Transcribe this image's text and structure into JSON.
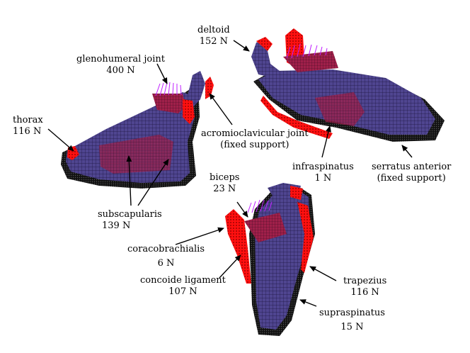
{
  "labels": {
    "deltoid": {
      "name": "deltoid",
      "force": "152 N"
    },
    "glenohumeral": {
      "name": "glenohumeral joint",
      "force": "400 N"
    },
    "thorax": {
      "name": "thorax",
      "force": "116 N"
    },
    "acromioclavicular": {
      "name": "acromioclavicular joint",
      "note": "(fixed support)"
    },
    "infraspinatus": {
      "name": "infraspinatus",
      "force": "1 N"
    },
    "serratus": {
      "name": "serratus anterior",
      "note": "(fixed support)"
    },
    "subscapularis": {
      "name": "subscapularis",
      "force": "139 N"
    },
    "biceps": {
      "name": "biceps",
      "force": "23 N"
    },
    "coracobrachialis": {
      "name": "coracobrachialis",
      "force": "6 N"
    },
    "concoide": {
      "name": "concoide ligament",
      "force": "107 N"
    },
    "trapezius": {
      "name": "trapezius",
      "force": "116 N"
    },
    "supraspinatus": {
      "name": "supraspinatus",
      "force": "15 N"
    }
  },
  "colors": {
    "bone_mesh": "#4a3a8a",
    "muscle_red": "#e01010",
    "force_vectors": "#c020ff",
    "support_black": "#000000"
  }
}
